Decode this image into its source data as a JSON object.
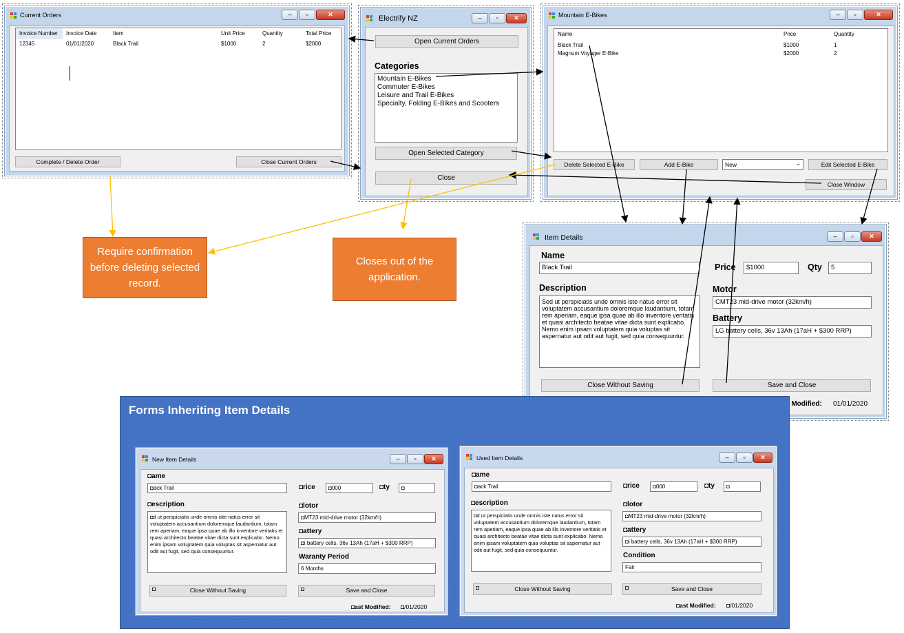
{
  "current_orders": {
    "title": "Current Orders",
    "columns": [
      "Invoice Number",
      "Invoice Date",
      "Item",
      "Unit Price",
      "Quantity",
      "Total Price"
    ],
    "rows": [
      [
        "12345",
        "01/01/2020",
        "Black Trail",
        "$1000",
        "2",
        "$2000"
      ]
    ],
    "complete_delete_label": "Complete / Delete Order",
    "close_label": "Close Current Orders"
  },
  "main": {
    "title": "Electrify NZ",
    "open_orders_label": "Open Current Orders",
    "categories_heading": "Categories",
    "categories": [
      "Mountain E-Bikes",
      "Commuter E-Bikes",
      "Leisure and Trail E-Bikes",
      "Specialty, Folding E-Bikes and Scooters"
    ],
    "open_category_label": "Open Selected Category",
    "close_label": "Close"
  },
  "mountain": {
    "title": "Mountain E-Bikes",
    "columns": [
      "Name",
      "Price",
      "Quantity"
    ],
    "rows": [
      [
        "Black Trail",
        "$1000",
        "1"
      ],
      [
        "Magnum Voyager E-Bike",
        "$2000",
        "2"
      ]
    ],
    "delete_label": "Delete Selected E-Bike",
    "add_label": "Add E-Bike",
    "dropdown_value": "New",
    "edit_label": "Edit Selected E-Bike",
    "close_label": "Close Window"
  },
  "item_details": {
    "title": "Item Details",
    "name_label": "Name",
    "name_value": "Black Trail",
    "price_label": "Price",
    "price_value": "$1000",
    "qty_label": "Qty",
    "qty_value": "5",
    "description_label": "Description",
    "description_value": "Sed ut perspiciatis unde omnis iste natus error sit voluptatem accusantium doloremque laudantium, totam rem aperiam, eaque ipsa quae ab illo inventore veritatis et quasi architecto beatae vitae dicta sunt explicabo. Nemo enim ipsam voluptatem quia voluptas sit aspernatur aut odit aut fugit, sed quia consequuntur.",
    "motor_label": "Motor",
    "motor_value": "CMT23 mid-drive motor (32km/h)",
    "battery_label": "Battery",
    "battery_value": "LG battery cells, 36v 13Ah (17aH + $300 RRP)",
    "close_no_save_label": "Close Without Saving",
    "save_close_label": "Save and Close",
    "last_modified_label": "Last Modified:",
    "last_modified_value": "01/01/2020"
  },
  "callouts": {
    "confirm": "Require confirmation before deleting selected record.",
    "closes": "Closes out of the application."
  },
  "inherit_panel": {
    "title": "Forms Inheriting Item Details",
    "new_form": {
      "title": "New Item Details",
      "name_label": "ame",
      "name_value": "ack Trail",
      "price_label": "rice",
      "price_value": "000",
      "qty_label": "ty",
      "description_label": "escription",
      "description_value": "d ut perspiciatis unde omnis iste natus error sit voluptatem accusantium doloremque laudantium, totam rem aperiam, eaque ipsa quae ab illo inventore veritatis et quasi architecto beatae vitae dicta sunt explicabo. Nemo enim ipsam voluptatem quia voluptas sit aspernatur aut odit aut fugit, sed quia consequuntur.",
      "motor_label": "lotor",
      "motor_value": "MT23 mid-drive motor (32km/h)",
      "battery_label": "attery",
      "battery_value": "i battery cells, 36v 13Ah (17aH + $300 RRP)",
      "extra_label": "Waranty Period",
      "extra_value": "6 Months",
      "close_no_save_label": "Close Without Saving",
      "save_close_label": "Save and Close",
      "last_modified_label": "ast Modified:",
      "last_modified_value": "/01/2020"
    },
    "used_form": {
      "title": "Used Item Details",
      "name_label": "ame",
      "name_value": "ack Trail",
      "price_label": "rice",
      "price_value": "000",
      "qty_label": "ty",
      "description_label": "escription",
      "description_value": "d ut perspiciatis unde omnis iste natus error sit voluptatem accusantium doloremque laudantium, totam rem aperiam, eaque ipsa quae ab illo inventore veritatis et quasi architecto beatae vitae dicta sunt explicabo. Nemo enim ipsam voluptatem quia voluptas sit aspernatur aut odit aut fugit, sed quia consequuntur.",
      "motor_label": "lotor",
      "motor_value": "MT23 mid-drive motor (32km/h)",
      "battery_label": "attery",
      "battery_value": "i battery cells, 36v 13Ah (17aH + $300 RRP)",
      "extra_label": "Condition",
      "extra_value": "Fair",
      "close_no_save_label": "Close Without Saving",
      "save_close_label": "Save and Close",
      "last_modified_label": "ast Modified:",
      "last_modified_value": "/01/2020"
    }
  },
  "colors": {
    "callout": "#ed7d31",
    "callout_arrow": "#ffc000",
    "panel": "#4472c4",
    "close_button": "#c43b22"
  }
}
